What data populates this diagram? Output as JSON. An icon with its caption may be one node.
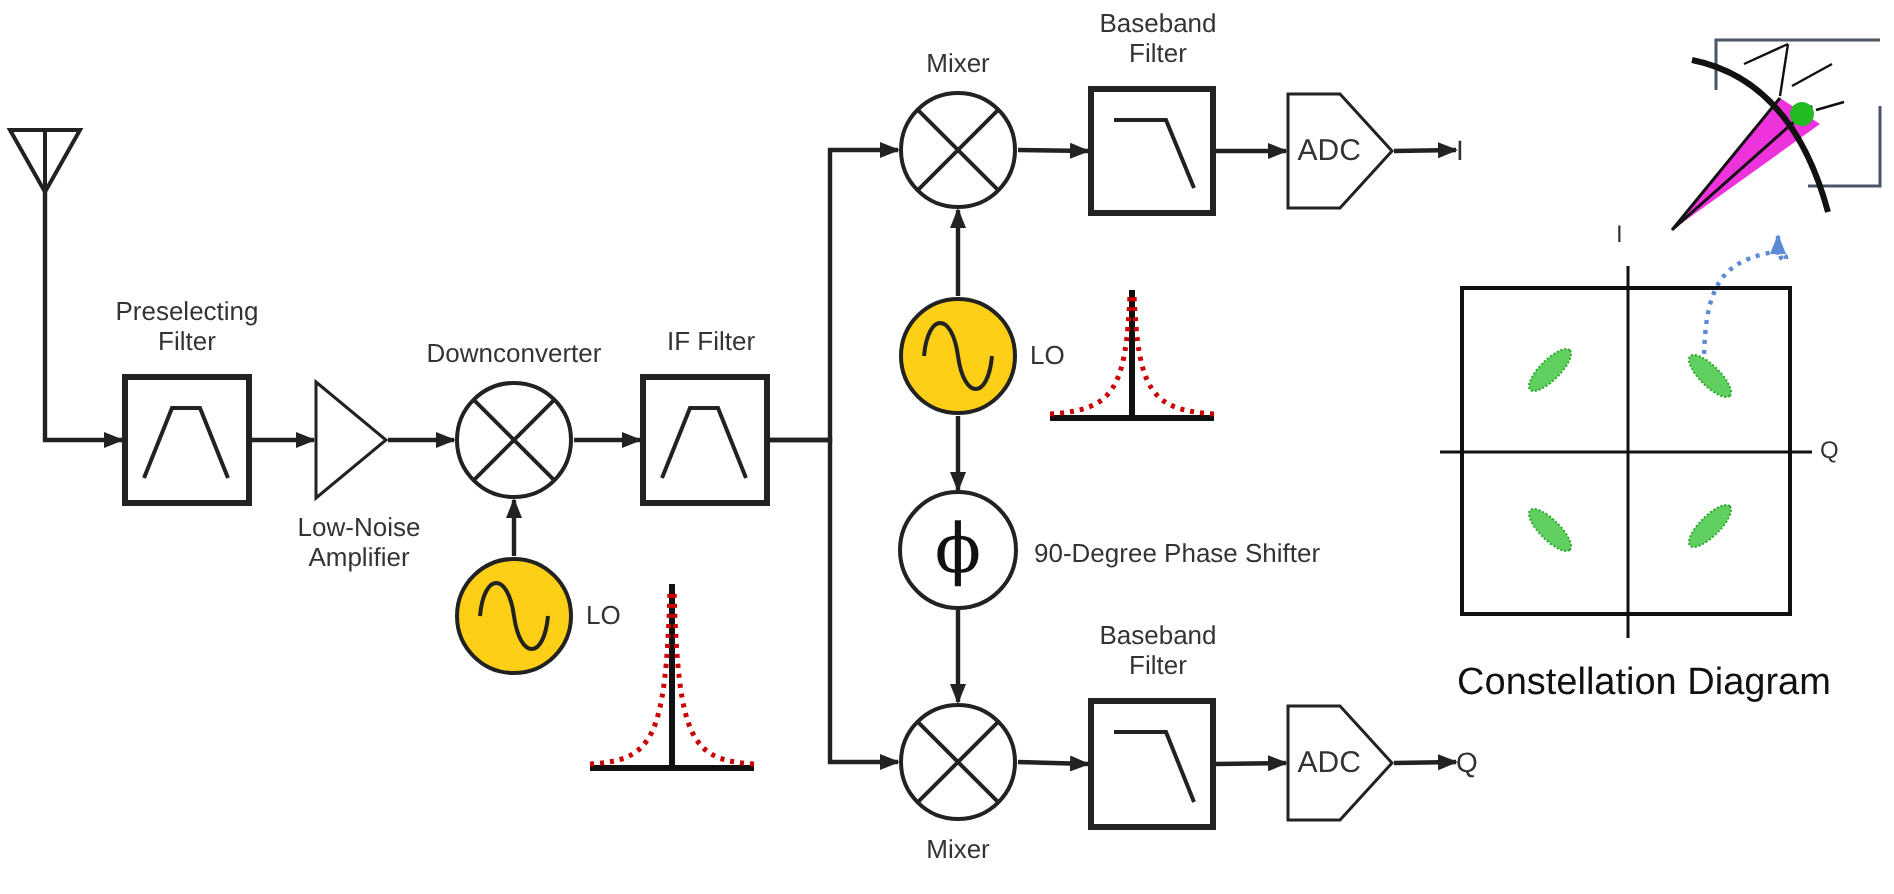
{
  "diagram": {
    "nodes": [
      {
        "text": [],
        "shape": "antenna"
      },
      {
        "text": [
          "Preselecting Filter"
        ]
      },
      {
        "text": [
          "Low-Noise Amplifier"
        ]
      },
      {
        "text": [
          "Downconverter"
        ]
      },
      {
        "text": [],
        "shape": "circle",
        "beside": [
          "LO"
        ]
      },
      {
        "text": [
          "IF Filter"
        ]
      },
      {
        "text": [
          "Mixer"
        ]
      },
      {
        "text": [],
        "shape": "circle",
        "beside": [
          "LO"
        ]
      },
      {
        "text": [
          "ϕ"
        ],
        "beside": [
          "90-Degree Phase Shifter"
        ]
      },
      {
        "text": [
          "Mixer"
        ]
      },
      {
        "text": [
          "Baseband Filter"
        ]
      },
      {
        "text": [
          "ADC"
        ]
      },
      {
        "text": [
          "I"
        ]
      },
      {
        "text": [
          "Baseband Filter"
        ]
      },
      {
        "text": [
          "ADC"
        ]
      },
      {
        "text": [
          "Q"
        ]
      },
      {
        "text": [
          "Constellation Diagram"
        ]
      },
      {
        "text": [],
        "shape": "picture"
      }
    ],
    "edges": [
      {
        "from": 0,
        "to": 1,
        "arrow": "to"
      },
      {
        "from": 1,
        "to": 2,
        "arrow": "to"
      },
      {
        "from": 2,
        "to": 3,
        "arrow": "to"
      },
      {
        "from": 4,
        "to": 3,
        "arrow": "to"
      },
      {
        "from": 3,
        "to": 5,
        "arrow": "to"
      },
      {
        "from": 5,
        "to": 6,
        "arrow": "to"
      },
      {
        "from": 5,
        "to": 9,
        "arrow": "to"
      },
      {
        "from": 7,
        "to": 6,
        "arrow": "to"
      },
      {
        "from": 7,
        "to": 8,
        "arrow": "to"
      },
      {
        "from": 8,
        "to": 9,
        "arrow": "to"
      },
      {
        "from": 6,
        "to": 10,
        "arrow": "to"
      },
      {
        "from": 10,
        "to": 11,
        "arrow": "to"
      },
      {
        "from": 11,
        "to": 12,
        "arrow": "to"
      },
      {
        "from": 9,
        "to": 13,
        "arrow": "to"
      },
      {
        "from": 13,
        "to": 14,
        "arrow": "to"
      },
      {
        "from": 14,
        "to": 15,
        "arrow": "to"
      },
      {
        "from": 16,
        "to": 17,
        "arrow": "to",
        "style": "dashed",
        "color": "#5b8bd6"
      }
    ],
    "labels": [
      "I",
      "Q"
    ]
  }
}
